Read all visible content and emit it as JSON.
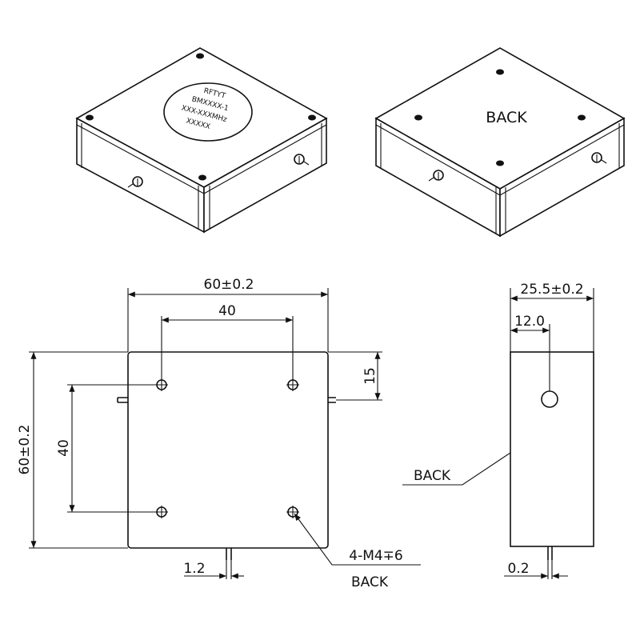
{
  "front_view": {
    "label_lines": [
      "RFTYT",
      "BMXXXX-1",
      "XXX-XXXMHz",
      "XXXXX"
    ]
  },
  "back_view": {
    "label": "BACK"
  },
  "top_view": {
    "dim_width": "60±0.2",
    "dim_hole_spacing_x": "40",
    "dim_height": "60±0.2",
    "dim_hole_spacing_y": "40",
    "dim_connector_offset": "15",
    "dim_pin_width": "1.2",
    "hole_callout": "4-M4∓6",
    "hole_callout_back": "BACK"
  },
  "side_view": {
    "dim_thickness": "25.5±0.2",
    "dim_connector_height": "12.0",
    "dim_pin_offset": "0.2",
    "back_label": "BACK"
  }
}
